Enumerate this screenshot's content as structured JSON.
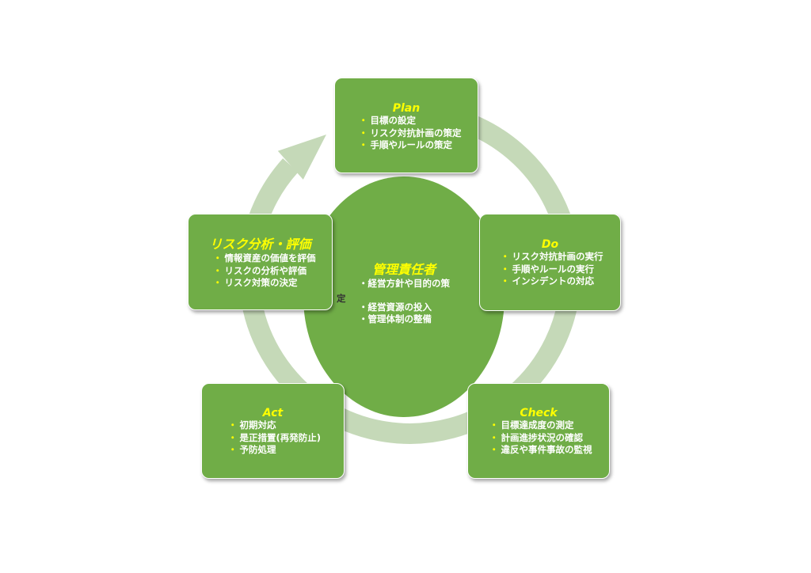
{
  "colors": {
    "box_fill": "#70ad47",
    "ring": "#c5d9b8",
    "title": "#ffff00",
    "text": "#ffffff"
  },
  "center": {
    "title": "管理責任者",
    "bullets": [
      "・経営方針や目的の策",
      "",
      "・経営資源の投入",
      "・管理体制の整備"
    ],
    "overflow_char": "定"
  },
  "plan": {
    "title": "Plan",
    "items": [
      "目標の設定",
      "リスク対抗計画の策定",
      "手順やルールの策定"
    ]
  },
  "do": {
    "title": "Do",
    "items": [
      "リスク対抗計画の実行",
      "手順やルールの実行",
      "インシデントの対応"
    ]
  },
  "check": {
    "title": "Check",
    "items": [
      "目標達成度の測定",
      "計画進捗状況の確認",
      "違反や事件事故の監視"
    ]
  },
  "act": {
    "title": "Act",
    "items": [
      "初期対応",
      "是正措置(再発防止)",
      "予防処理"
    ]
  },
  "risk": {
    "title": "リスク分析・評価",
    "items": [
      "情報資産の価値を評価",
      "リスクの分析や評価",
      "リスク対策の決定"
    ]
  },
  "bullet_mark": "・"
}
